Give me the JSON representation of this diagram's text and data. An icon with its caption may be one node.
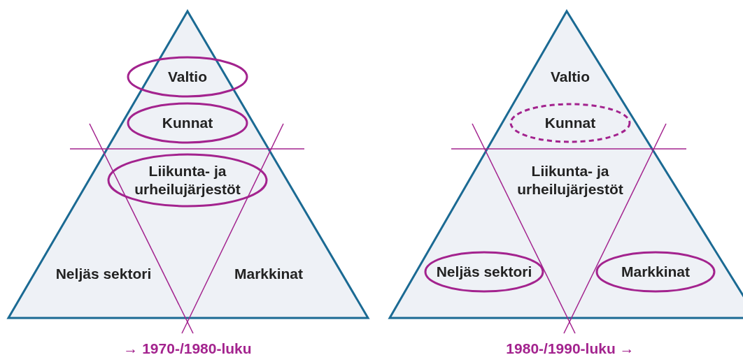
{
  "diagram": {
    "nodes": [
      {
        "text": [],
        "shape": "triangle",
        "beside": [
          "→ 1970-/1980-luku"
        ]
      },
      {
        "text": [
          "Valtio"
        ],
        "in": 0
      },
      {
        "text": [
          "Kunnat"
        ],
        "in": 0
      },
      {
        "text": [
          "Liikunta- ja urheilujärjestöt"
        ],
        "in": 0
      },
      {
        "text": [
          "Neljäs sektori"
        ],
        "in": 0
      },
      {
        "text": [
          "Markkinat"
        ],
        "in": 0
      },
      {
        "text": [],
        "shape": "triangle",
        "beside": [
          "1980-/1990-luku →"
        ]
      },
      {
        "text": [
          "Valtio"
        ],
        "in": 6
      },
      {
        "text": [
          "Kunnat"
        ],
        "in": 6
      },
      {
        "text": [
          "Liikunta- ja urheilujärjestöt"
        ],
        "in": 6
      },
      {
        "text": [
          "Neljäs sektori"
        ],
        "in": 6
      },
      {
        "text": [
          "Markkinat"
        ],
        "in": 6
      }
    ]
  }
}
